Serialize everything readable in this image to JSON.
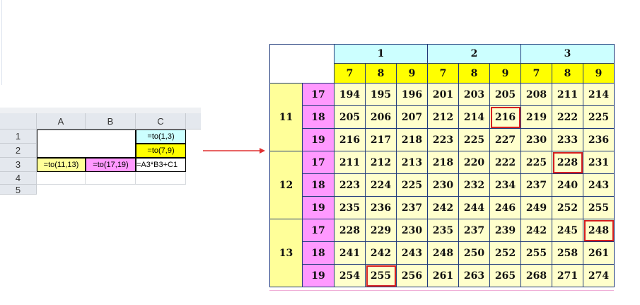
{
  "sheet": {
    "columns": [
      "A",
      "B",
      "C"
    ],
    "rows": [
      "1",
      "2",
      "3",
      "4",
      "5"
    ],
    "c1": "=to(1,3)",
    "c2": "=to(7,9)",
    "a3": "=to(11,13)",
    "b3": "=to(17,19)",
    "c3": "=A3*B3+C1"
  },
  "table": {
    "groups": [
      "1",
      "2",
      "3"
    ],
    "sub": [
      "7",
      "8",
      "9",
      "7",
      "8",
      "9",
      "7",
      "8",
      "9"
    ],
    "blocks": [
      {
        "label": "11",
        "rows": [
          {
            "label": "17",
            "values": [
              194,
              195,
              196,
              201,
              203,
              205,
              208,
              211,
              214
            ]
          },
          {
            "label": "18",
            "values": [
              205,
              206,
              207,
              212,
              214,
              216,
              219,
              222,
              225
            ]
          },
          {
            "label": "19",
            "values": [
              216,
              217,
              218,
              223,
              225,
              227,
              230,
              233,
              236
            ]
          }
        ]
      },
      {
        "label": "12",
        "rows": [
          {
            "label": "17",
            "values": [
              211,
              212,
              213,
              218,
              220,
              222,
              225,
              228,
              231
            ]
          },
          {
            "label": "18",
            "values": [
              223,
              224,
              225,
              230,
              232,
              234,
              237,
              240,
              243
            ]
          },
          {
            "label": "19",
            "values": [
              235,
              236,
              237,
              242,
              244,
              246,
              249,
              252,
              255
            ]
          }
        ]
      },
      {
        "label": "13",
        "rows": [
          {
            "label": "17",
            "values": [
              228,
              229,
              230,
              235,
              237,
              239,
              242,
              245,
              248
            ]
          },
          {
            "label": "18",
            "values": [
              241,
              242,
              243,
              248,
              250,
              252,
              255,
              258,
              261
            ]
          },
          {
            "label": "19",
            "values": [
              254,
              255,
              256,
              261,
              263,
              265,
              268,
              271,
              274
            ]
          }
        ]
      }
    ],
    "highlighted": [
      [
        0,
        1,
        5
      ],
      [
        1,
        0,
        7
      ],
      [
        2,
        0,
        8
      ],
      [
        2,
        2,
        1
      ]
    ],
    "highlight_color": "#d62020"
  }
}
